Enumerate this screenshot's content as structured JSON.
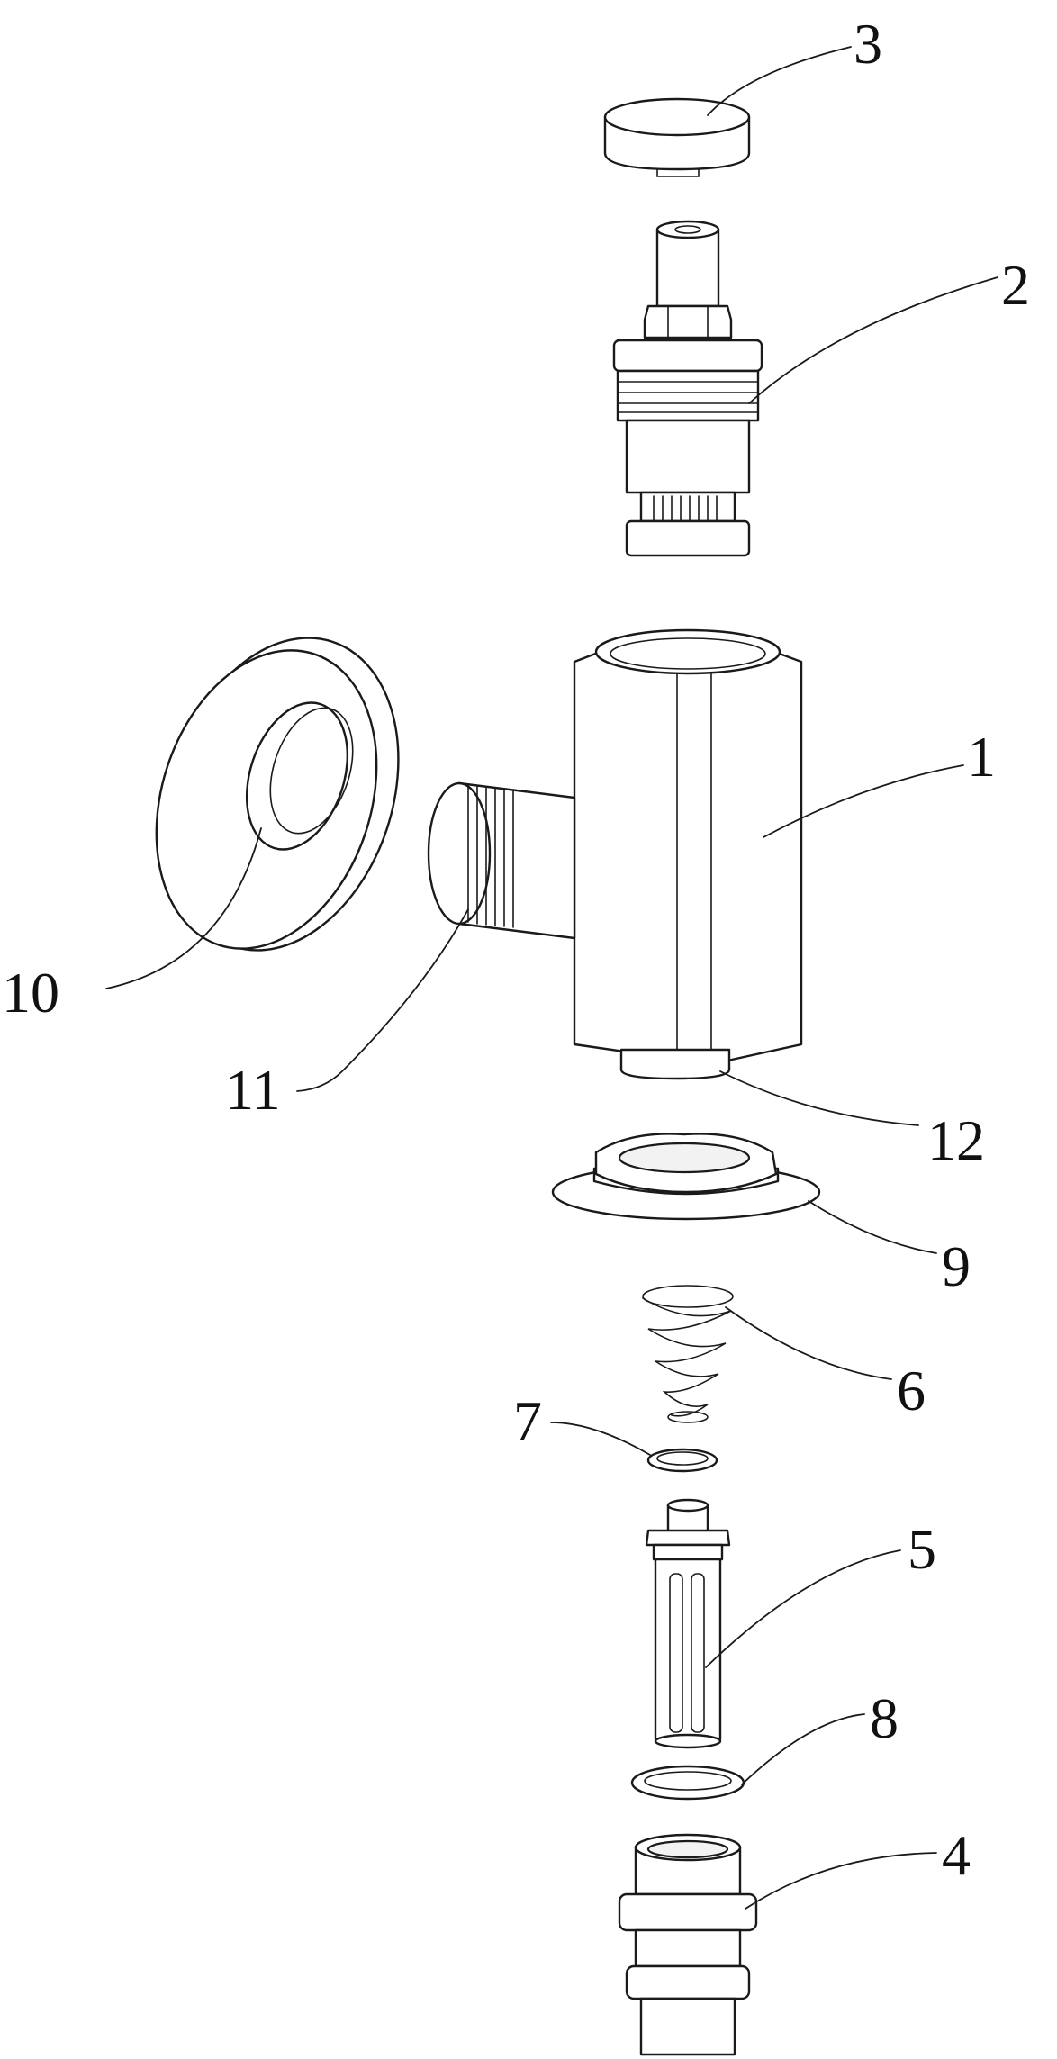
{
  "figure": {
    "labels": [
      {
        "id": "cap",
        "text": "3"
      },
      {
        "id": "valve-core",
        "text": "2"
      },
      {
        "id": "valve-body",
        "text": "1"
      },
      {
        "id": "cover-plate",
        "text": "10"
      },
      {
        "id": "inlet-thread",
        "text": "11"
      },
      {
        "id": "outlet-neck",
        "text": "12"
      },
      {
        "id": "lock-nut",
        "text": "9"
      },
      {
        "id": "spring",
        "text": "6"
      },
      {
        "id": "o-ring-small",
        "text": "7"
      },
      {
        "id": "filter-cage",
        "text": "5"
      },
      {
        "id": "o-ring-large",
        "text": "8"
      },
      {
        "id": "connector",
        "text": "4"
      }
    ]
  }
}
